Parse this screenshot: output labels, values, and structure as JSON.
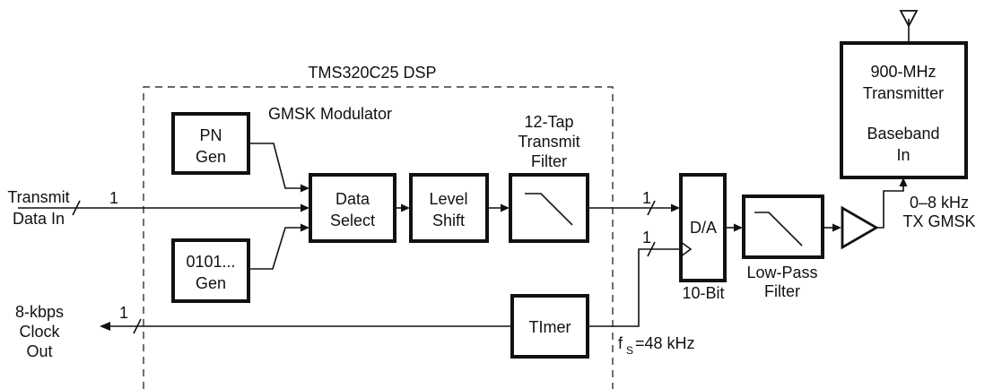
{
  "dsp": {
    "title": "TMS320C25 DSP",
    "subtitle": "GMSK Modulator"
  },
  "blocks": {
    "pn_gen": [
      "PN",
      "Gen"
    ],
    "alt_gen": [
      "0101...",
      "Gen"
    ],
    "data_select": [
      "Data",
      "Select"
    ],
    "level_shift": [
      "Level",
      "Shift"
    ],
    "timer": [
      "TImer"
    ],
    "dac": [
      "D/A"
    ],
    "transmitter": [
      "900-MHz",
      "Transmitter",
      "",
      "Baseband",
      "In"
    ]
  },
  "labels": {
    "filter_title": [
      "12-Tap",
      "Transmit",
      "Filter"
    ],
    "input": [
      "Transmit",
      "Data In"
    ],
    "clock_out": [
      "8-kbps",
      "Clock",
      "Out"
    ],
    "bus_width_1": "1",
    "dac_bits": "10-Bit",
    "lowpass": [
      "Low-Pass",
      "Filter"
    ],
    "output_band": [
      "0–8 kHz",
      "TX GMSK"
    ],
    "fs_symbol": "f",
    "fs_sub": "S",
    "fs_value": "=48  kHz"
  },
  "colors": {
    "ink": "#111111",
    "background": "#ffffff"
  },
  "icons": {
    "antenna": "antenna-icon",
    "amplifier": "amplifier-triangle-icon",
    "filter_response": "lowpass-response-icon"
  }
}
